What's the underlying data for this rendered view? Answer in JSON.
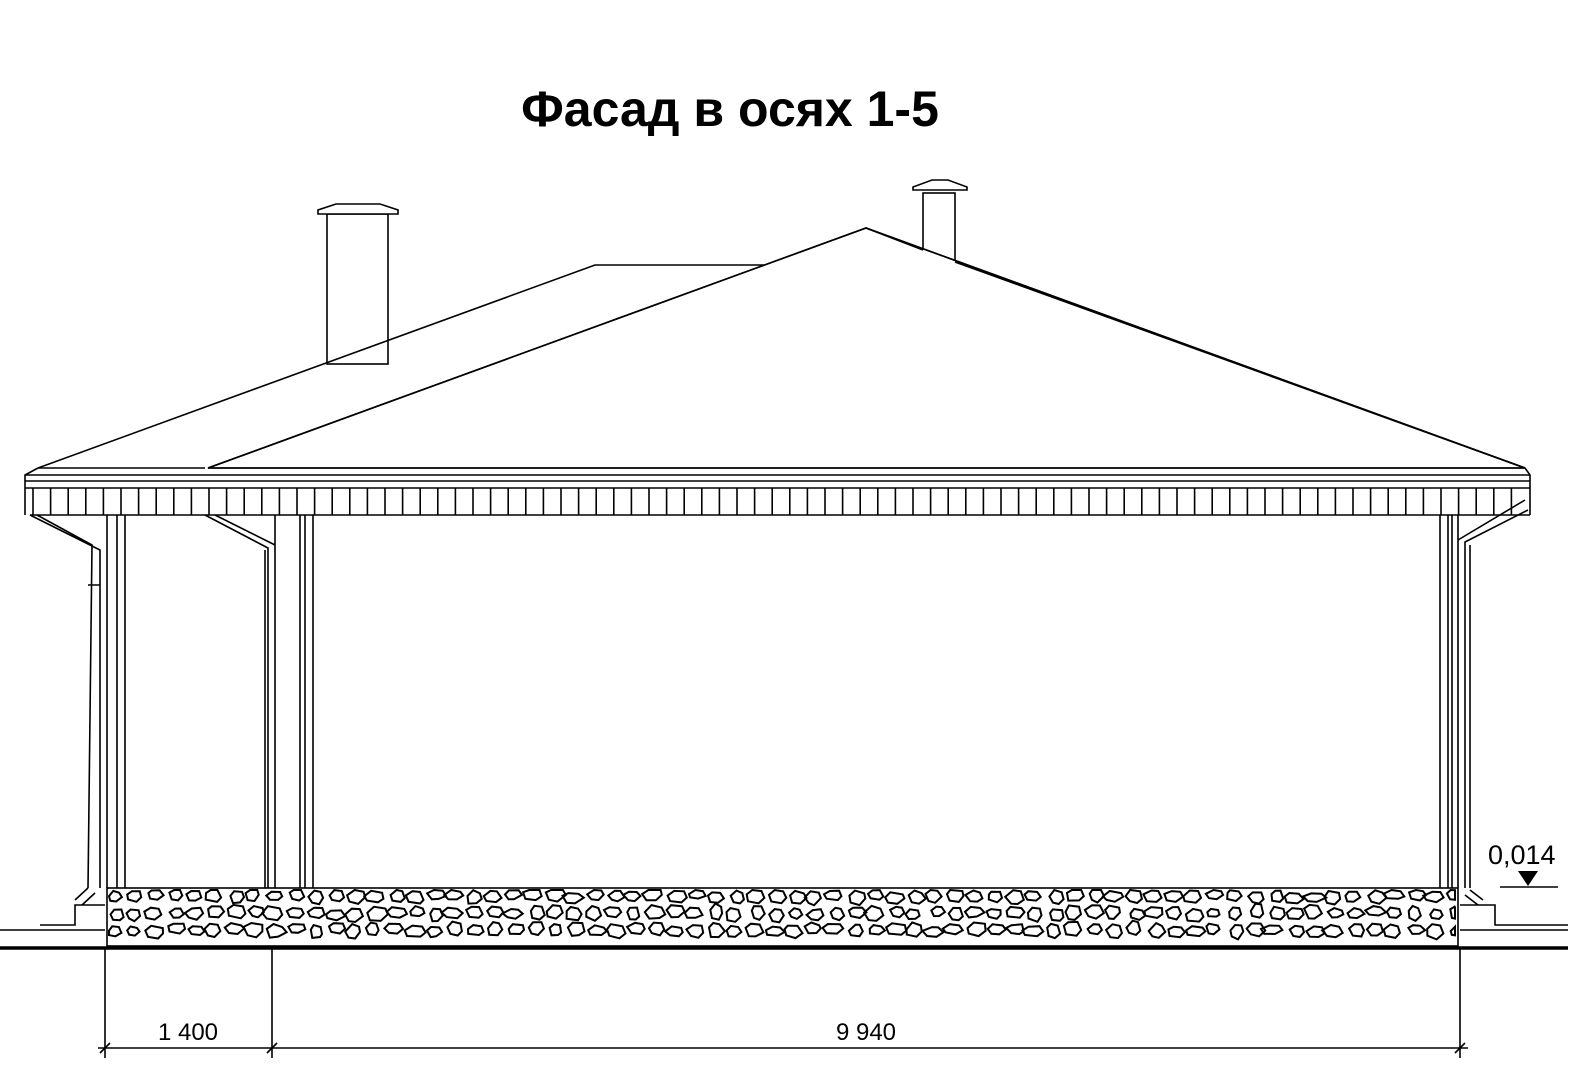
{
  "drawing": {
    "title": "Фасад в осях 1-5",
    "level_mark": "0,014",
    "dimensions": [
      {
        "label": "1 400",
        "value_mm": 1400
      },
      {
        "label": "9 940",
        "value_mm": 9940
      }
    ],
    "colors": {
      "line": "#000000",
      "background": "#ffffff"
    }
  }
}
